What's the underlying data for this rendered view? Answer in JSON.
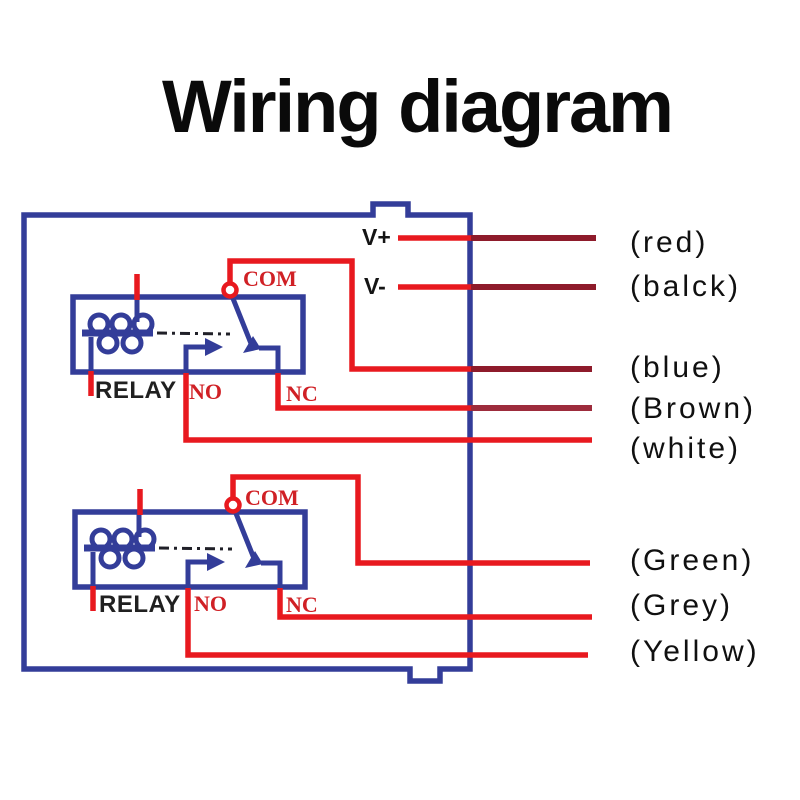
{
  "title": "Wiring diagram",
  "controller": {
    "v_plus_label": "V+",
    "v_minus_label": "V-"
  },
  "relay1": {
    "name_label": "RELAY",
    "com_label": "COM",
    "no_label": "NO",
    "nc_label": "NC"
  },
  "relay2": {
    "name_label": "RELAY",
    "com_label": "COM",
    "no_label": "NO",
    "nc_label": "NC"
  },
  "wire_labels": {
    "red": "(red)",
    "black": "(balck)",
    "blue": "(blue)",
    "brown": "(Brown)",
    "white": "(white)",
    "green": "(Green)",
    "grey": "(Grey)",
    "yellow": "(Yellow)"
  },
  "colors": {
    "wire_red": "#e8191f",
    "wire_dark_red": "#8e1b2b",
    "wire_brown_red": "#9d2c3c",
    "outline_blue": "#333d99",
    "label_red": "#d02025",
    "text_black": "#141414"
  }
}
